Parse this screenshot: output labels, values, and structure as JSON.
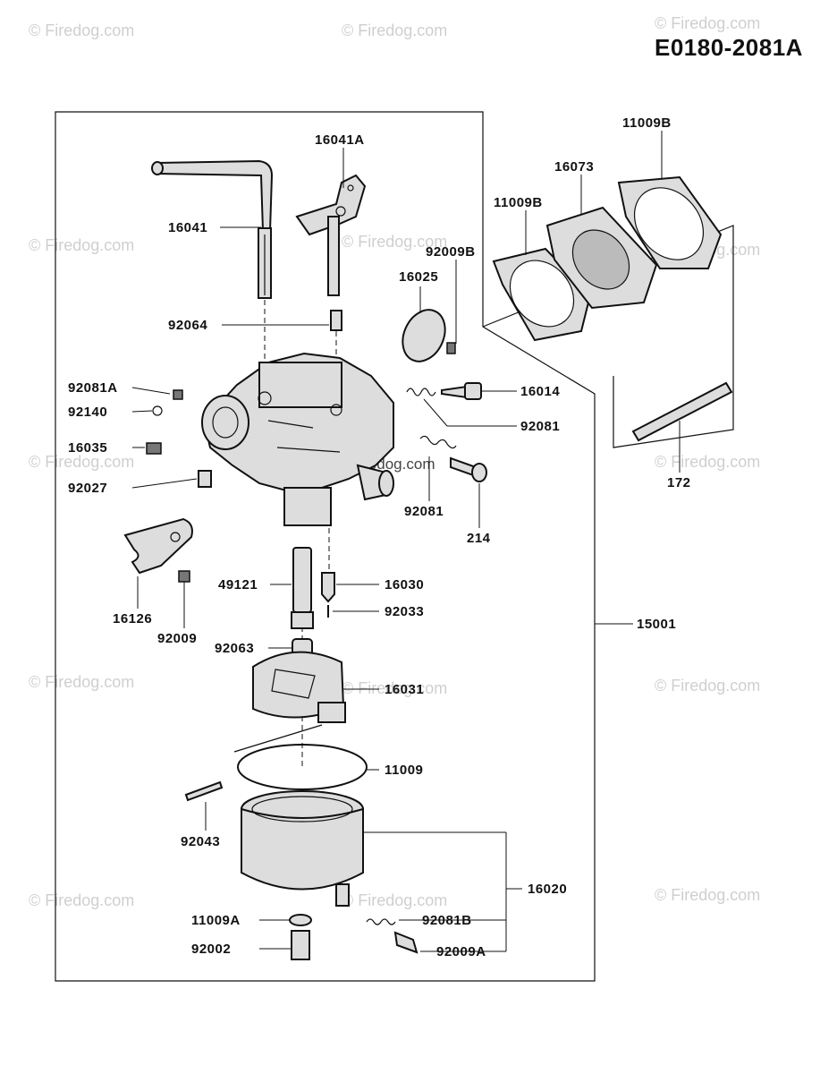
{
  "diagram_code": "E0180-2081A",
  "watermark_text": "© Firedog.com",
  "inline_watermark": "Firedog.com",
  "labels": {
    "p16041A": "16041A",
    "p16041": "16041",
    "p92064": "92064",
    "p11009B_top": "11009B",
    "p16073": "16073",
    "p11009B_left": "11009B",
    "p92009B": "92009B",
    "p16025": "16025",
    "p92081A": "92081A",
    "p92140": "92140",
    "p16014": "16014",
    "p92081_right": "92081",
    "p16035": "16035",
    "p92027": "92027",
    "p92081_lower": "92081",
    "p214": "214",
    "p172": "172",
    "p49121": "49121",
    "p16030": "16030",
    "p92033": "92033",
    "p16126": "16126",
    "p92009": "92009",
    "p92063": "92063",
    "p15001": "15001",
    "p16031": "16031",
    "p11009": "11009",
    "p92043": "92043",
    "p16020": "16020",
    "p11009A": "11009A",
    "p92081B": "92081B",
    "p92002": "92002",
    "p92009A": "92009A"
  }
}
